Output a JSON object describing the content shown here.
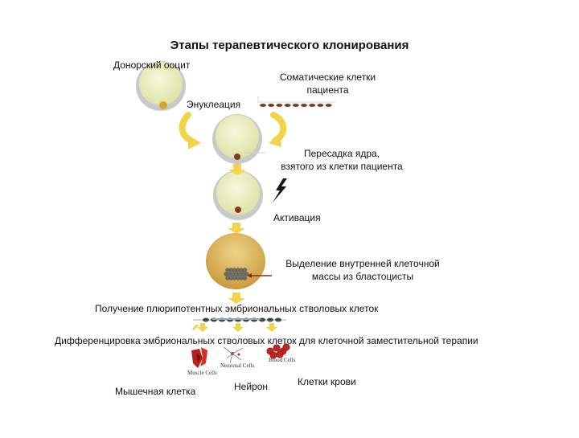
{
  "title": "Этапы терапевтического клонирования",
  "labels": {
    "donor_oocyte": "Донорский ооцит",
    "somatic_cells_line1": "Соматические клетки",
    "somatic_cells_line2": "пациента",
    "enucleation": "Энуклеация",
    "transfer_line1": "Пересадка ядра,",
    "transfer_line2": "взятого из клетки пациента",
    "activation": "Активация",
    "icm_line1": "Выделение внутренней клеточной",
    "icm_line2": "массы из бластоцисты",
    "pluripotent": "Получение плюрипотентных эмбриональных стволовых клеток",
    "differentiation": "Дифференцировка эмбриональных стволовых клеток для клеточной заместительной терапии",
    "muscle_cell": "Мышечная клетка",
    "neuron": "Нейрон",
    "blood_cells": "Клетки крови"
  },
  "thumbnails": {
    "muscle": "Muscle Cells",
    "neuronal": "Neuronal Cells",
    "blood": "Blood Cells"
  },
  "colors": {
    "egg_fill": "#eef0c6",
    "egg_ring": "#c2c4c4",
    "arrow": "#f2d44a",
    "nucleus": "#8a3a1c",
    "blastocyst": "#e0b860",
    "cell_dots": "#8a3a1c",
    "stem_dots": "#404850",
    "blood": "#c0241f"
  }
}
